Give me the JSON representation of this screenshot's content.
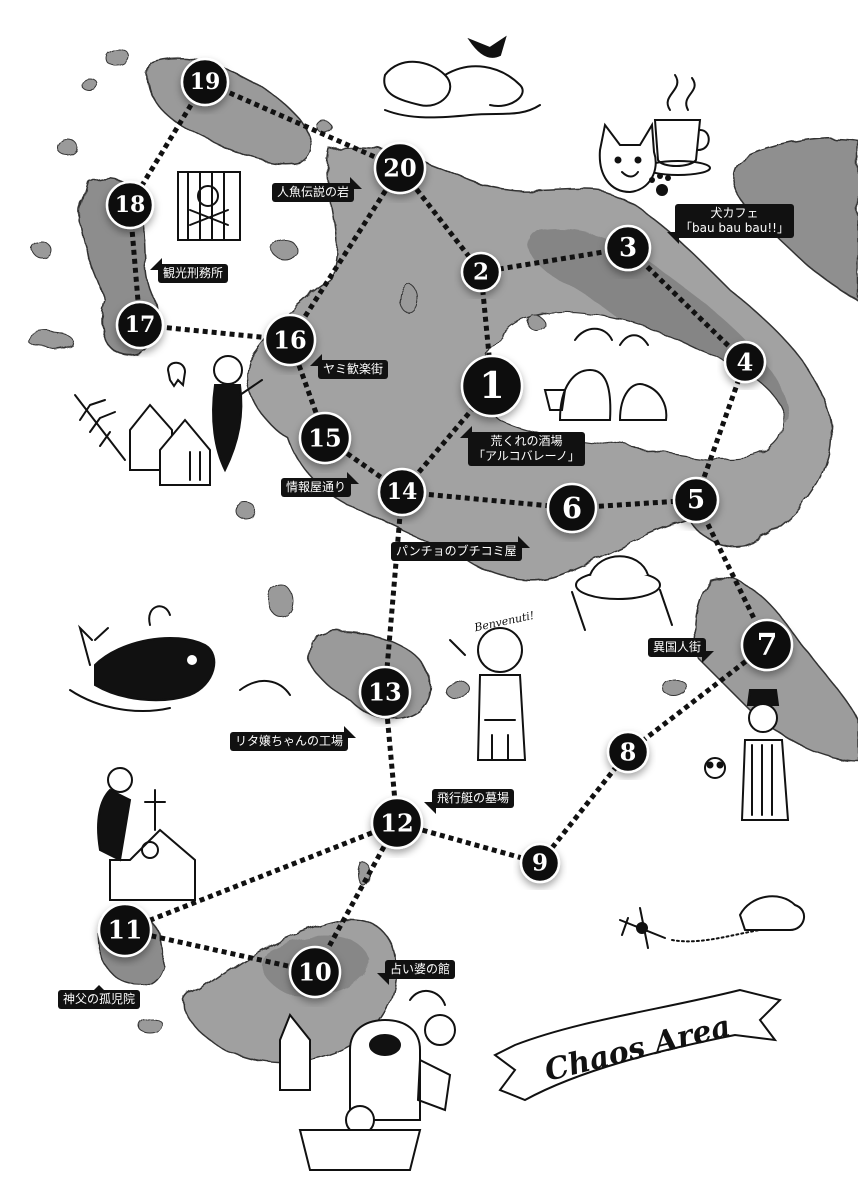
{
  "colors": {
    "ink": "#111111",
    "paper": "#ffffff",
    "land": "#9a9a9a",
    "land_dark": "#6e6e6e",
    "route": "#111111"
  },
  "banner": {
    "title": "Chaos Area"
  },
  "nodes": [
    {
      "id": "1",
      "num": "1"
    },
    {
      "id": "2",
      "num": "2"
    },
    {
      "id": "3",
      "num": "3"
    },
    {
      "id": "4",
      "num": "4"
    },
    {
      "id": "5",
      "num": "5"
    },
    {
      "id": "6",
      "num": "6"
    },
    {
      "id": "7",
      "num": "7"
    },
    {
      "id": "8",
      "num": "8"
    },
    {
      "id": "9",
      "num": "9"
    },
    {
      "id": "10",
      "num": "10"
    },
    {
      "id": "11",
      "num": "11"
    },
    {
      "id": "12",
      "num": "12"
    },
    {
      "id": "13",
      "num": "13"
    },
    {
      "id": "14",
      "num": "14"
    },
    {
      "id": "15",
      "num": "15"
    },
    {
      "id": "16",
      "num": "16"
    },
    {
      "id": "17",
      "num": "17"
    },
    {
      "id": "18",
      "num": "18"
    },
    {
      "id": "19",
      "num": "19"
    },
    {
      "id": "20",
      "num": "20"
    }
  ],
  "routes": [
    [
      "19",
      "20"
    ],
    [
      "19",
      "18"
    ],
    [
      "18",
      "17"
    ],
    [
      "17",
      "16"
    ],
    [
      "20",
      "16"
    ],
    [
      "20",
      "2"
    ],
    [
      "2",
      "3"
    ],
    [
      "2",
      "1"
    ],
    [
      "3",
      "4"
    ],
    [
      "4",
      "5"
    ],
    [
      "1",
      "14"
    ],
    [
      "16",
      "15"
    ],
    [
      "15",
      "14"
    ],
    [
      "14",
      "6"
    ],
    [
      "6",
      "5"
    ],
    [
      "5",
      "7"
    ],
    [
      "7",
      "8"
    ],
    [
      "8",
      "9"
    ],
    [
      "9",
      "12"
    ],
    [
      "14",
      "13"
    ],
    [
      "13",
      "12"
    ],
    [
      "12",
      "11"
    ],
    [
      "12",
      "10"
    ],
    [
      "11",
      "10"
    ]
  ],
  "labels": {
    "l1": "荒くれの酒場\n「アルコバレーノ」",
    "l3": "犬カフェ\n「bau bau bau!!」",
    "l6": "パンチョのブチコミ屋",
    "l7": "異国人街",
    "l10": "占い婆の館",
    "l11": "神父の孤児院",
    "l12": "飛行艇の墓場",
    "l13": "リタ嬢ちゃんの工場",
    "l15": "情報屋通り",
    "l16": "ヤミ歓楽街",
    "l18": "観光刑務所",
    "l20": "人魚伝説の岩"
  },
  "illustrations": {
    "bubble": "Benvenuti!"
  }
}
